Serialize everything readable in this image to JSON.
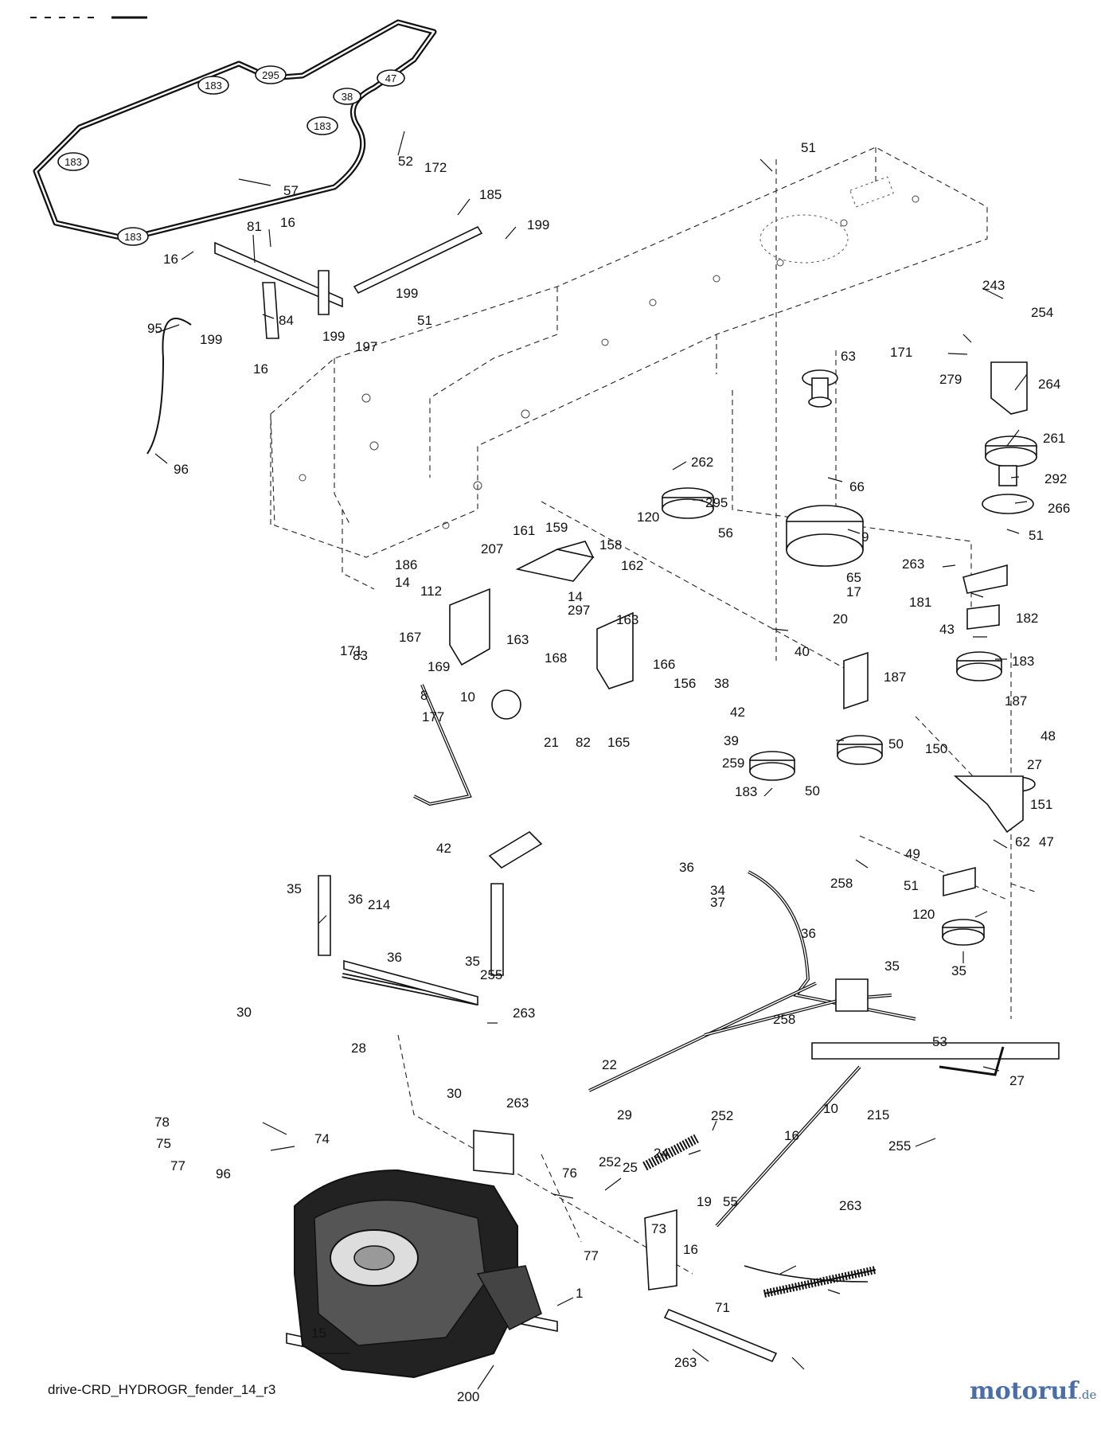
{
  "diagram": {
    "footer_code": "drive-CRD_HYDROGR_fender_14_r3",
    "brand": {
      "main": "motoruf",
      "tld": ".de"
    },
    "belt_ring_labels": [
      "183",
      "295",
      "47",
      "38",
      "183",
      "183",
      "183"
    ],
    "callouts": [
      "57",
      "81",
      "16",
      "16",
      "95",
      "96",
      "84",
      "199",
      "199",
      "197",
      "16",
      "52",
      "172",
      "185",
      "199",
      "199",
      "51",
      "51",
      "63",
      "243",
      "254",
      "171",
      "279",
      "264",
      "261",
      "292",
      "266",
      "51",
      "262",
      "295",
      "120",
      "56",
      "66",
      "9",
      "65",
      "17",
      "20",
      "263",
      "181",
      "182",
      "43",
      "183",
      "187",
      "161",
      "159",
      "158",
      "162",
      "207",
      "186",
      "14",
      "112",
      "14",
      "297",
      "163",
      "167",
      "169",
      "171",
      "83",
      "163",
      "168",
      "166",
      "156",
      "165",
      "82",
      "21",
      "10",
      "8",
      "177",
      "42",
      "40",
      "38",
      "42",
      "39",
      "259",
      "183",
      "187",
      "50",
      "50",
      "150",
      "48",
      "27",
      "151",
      "49",
      "47",
      "51",
      "120",
      "62",
      "35",
      "36",
      "34",
      "37",
      "258",
      "36",
      "35",
      "53",
      "27",
      "255",
      "35",
      "36",
      "214",
      "36",
      "35",
      "255",
      "263",
      "30",
      "28",
      "258",
      "22",
      "29",
      "252",
      "10",
      "215",
      "16",
      "30",
      "263",
      "76",
      "78",
      "75",
      "77",
      "74",
      "96",
      "252",
      "25",
      "24",
      "19",
      "55",
      "263",
      "73",
      "16",
      "77",
      "1",
      "15",
      "200",
      "71",
      "263"
    ]
  }
}
